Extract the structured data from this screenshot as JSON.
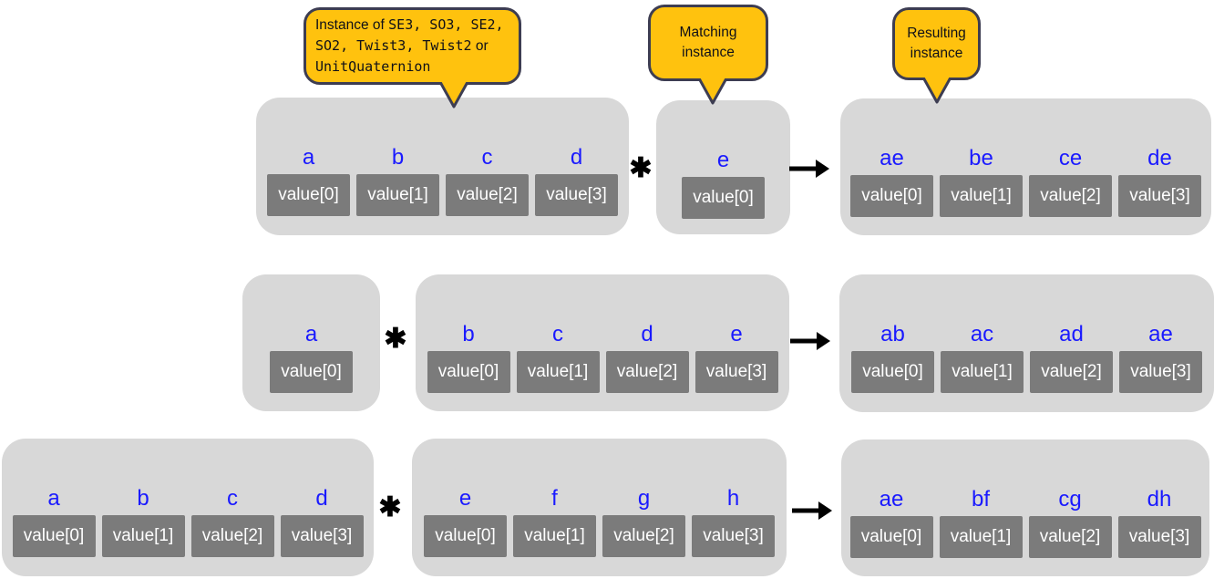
{
  "palette": {
    "page_bg": "#ffffff",
    "container_bg": "#d8d8d8",
    "value_box_bg": "#7b7b7b",
    "value_text": "#ffffff",
    "element_label": "#1a1aff",
    "callout_bg": "#ffc20e",
    "callout_border": "#3d3d52",
    "operator_color": "#000000"
  },
  "operator": "✱",
  "icons": {
    "arrow": "arrow-right",
    "operator": "asterisk-multiply"
  },
  "callouts": [
    {
      "name": "instance-types",
      "lines": [
        {
          "segments": [
            {
              "text": "Instance of "
            },
            {
              "text": "SE3, SO3, SE2,",
              "mono": true
            }
          ]
        },
        {
          "segments": [
            {
              "text": "SO2, Twist3, Twist2",
              "mono": true
            },
            {
              "text": " or"
            }
          ]
        },
        {
          "segments": [
            {
              "text": "UnitQuaternion",
              "mono": true
            }
          ]
        }
      ]
    },
    {
      "name": "matching-instance",
      "lines": [
        {
          "segments": [
            {
              "text": "Matching"
            }
          ]
        },
        {
          "segments": [
            {
              "text": "instance"
            }
          ]
        }
      ]
    },
    {
      "name": "resulting-instance",
      "lines": [
        {
          "segments": [
            {
              "text": "Resulting"
            }
          ]
        },
        {
          "segments": [
            {
              "text": "instance"
            }
          ]
        }
      ]
    }
  ],
  "rows": [
    {
      "groups": [
        {
          "role": "operand",
          "cells": [
            {
              "label": "a",
              "value": "value[0]"
            },
            {
              "label": "b",
              "value": "value[1]"
            },
            {
              "label": "c",
              "value": "value[2]"
            },
            {
              "label": "d",
              "value": "value[3]"
            }
          ]
        },
        {
          "role": "operand",
          "cells": [
            {
              "label": "e",
              "value": "value[0]"
            }
          ]
        },
        {
          "role": "result",
          "cells": [
            {
              "label": "ae",
              "value": "value[0]"
            },
            {
              "label": "be",
              "value": "value[1]"
            },
            {
              "label": "ce",
              "value": "value[2]"
            },
            {
              "label": "de",
              "value": "value[3]"
            }
          ]
        }
      ]
    },
    {
      "groups": [
        {
          "role": "operand",
          "cells": [
            {
              "label": "a",
              "value": "value[0]"
            }
          ]
        },
        {
          "role": "operand",
          "cells": [
            {
              "label": "b",
              "value": "value[0]"
            },
            {
              "label": "c",
              "value": "value[1]"
            },
            {
              "label": "d",
              "value": "value[2]"
            },
            {
              "label": "e",
              "value": "value[3]"
            }
          ]
        },
        {
          "role": "result",
          "cells": [
            {
              "label": "ab",
              "value": "value[0]"
            },
            {
              "label": "ac",
              "value": "value[1]"
            },
            {
              "label": "ad",
              "value": "value[2]"
            },
            {
              "label": "ae",
              "value": "value[3]"
            }
          ]
        }
      ]
    },
    {
      "groups": [
        {
          "role": "operand",
          "cells": [
            {
              "label": "a",
              "value": "value[0]"
            },
            {
              "label": "b",
              "value": "value[1]"
            },
            {
              "label": "c",
              "value": "value[2]"
            },
            {
              "label": "d",
              "value": "value[3]"
            }
          ]
        },
        {
          "role": "operand",
          "cells": [
            {
              "label": "e",
              "value": "value[0]"
            },
            {
              "label": "f",
              "value": "value[1]"
            },
            {
              "label": "g",
              "value": "value[2]"
            },
            {
              "label": "h",
              "value": "value[3]"
            }
          ]
        },
        {
          "role": "result",
          "cells": [
            {
              "label": "ae",
              "value": "value[0]"
            },
            {
              "label": "bf",
              "value": "value[1]"
            },
            {
              "label": "cg",
              "value": "value[2]"
            },
            {
              "label": "dh",
              "value": "value[3]"
            }
          ]
        }
      ]
    }
  ]
}
